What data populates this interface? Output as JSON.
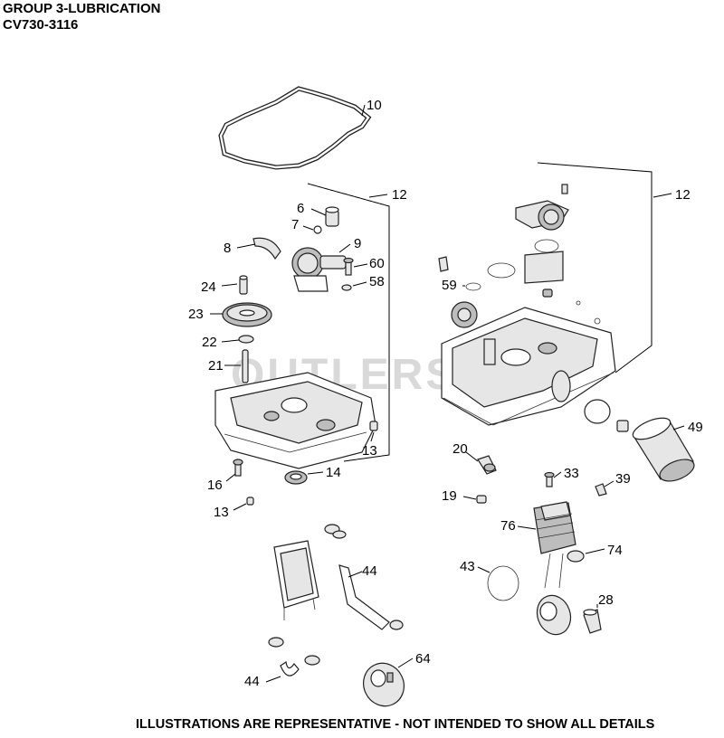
{
  "header": {
    "title": "GROUP 3-LUBRICATION",
    "model": "CV730-3116"
  },
  "footer": {
    "note": "ILLUSTRATIONS ARE REPRESENTATIVE - NOT INTENDED TO SHOW ALL DETAILS"
  },
  "watermark": "OUTLERS",
  "callouts": {
    "c10": "10",
    "c12a": "12",
    "c12b": "12",
    "c6": "6",
    "c7": "7",
    "c8": "8",
    "c9": "9",
    "c60": "60",
    "c58": "58",
    "c24": "24",
    "c23": "23",
    "c22": "22",
    "c21": "21",
    "c59": "59",
    "c13a": "13",
    "c14": "14",
    "c16": "16",
    "c13b": "13",
    "c20": "20",
    "c49": "49",
    "c33": "33",
    "c39": "39",
    "c19": "19",
    "c76": "76",
    "c74": "74",
    "c44a": "44",
    "c43": "43",
    "c28": "28",
    "c64": "64",
    "c44b": "44"
  }
}
